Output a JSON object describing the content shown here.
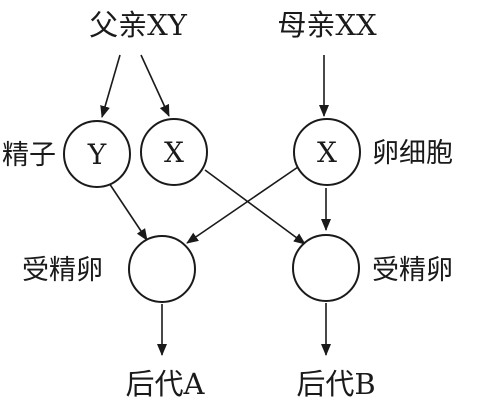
{
  "parents": {
    "father": "父亲XY",
    "mother": "母亲XX"
  },
  "gametes": {
    "sperm_label": "精子",
    "sperm_y": "Y",
    "sperm_x": "X",
    "egg_x": "X",
    "egg_label": "卵细胞"
  },
  "zygotes": {
    "left_label": "受精卵",
    "right_label": "受精卵"
  },
  "offspring": {
    "a": "后代A",
    "b": "后代B"
  }
}
